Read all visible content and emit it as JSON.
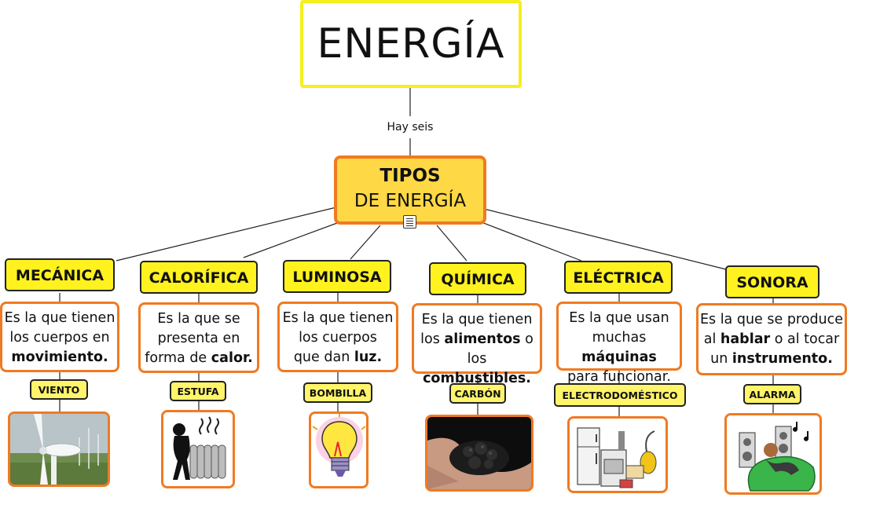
{
  "root": {
    "title": "ENERGÍA"
  },
  "link_label": "Hay seis",
  "center": {
    "line1": "TIPOS",
    "line2": "DE ENERGÍA",
    "note_icon": "note-icon"
  },
  "types": [
    {
      "name": "MECÁNICA",
      "desc_a": "Es la que tienen",
      "desc_b": "los cuerpos en",
      "desc_c": "",
      "desc_bold": "movimiento",
      "desc_d": ".",
      "example": "VIENTO",
      "image": "wind-turbine-image"
    },
    {
      "name": "CALORÍFICA",
      "desc_a": "Es la que se",
      "desc_b": "presenta en",
      "desc_c": "forma de ",
      "desc_bold": "calor",
      "desc_d": ".",
      "example": "ESTUFA",
      "image": "radiator-image"
    },
    {
      "name": "LUMINOSA",
      "desc_a": "Es la que tienen",
      "desc_b": "los cuerpos",
      "desc_c": "que dan ",
      "desc_bold": "luz",
      "desc_d": ".",
      "example": "BOMBILLA",
      "image": "light-bulb-image"
    },
    {
      "name": "QUÍMICA",
      "desc_a": "Es la que tienen",
      "desc_b1": "los ",
      "desc_bold1": "alimentos",
      "desc_b2": " o",
      "desc_c": "los ",
      "desc_bold": "combustibles",
      "desc_d": ".",
      "example": "CARBÓN",
      "image": "coal-image"
    },
    {
      "name": "ELÉCTRICA",
      "desc_a": "Es la que usan",
      "desc_b1": "muchas ",
      "desc_bold1": "máquinas",
      "desc_b2": "",
      "desc_c": "para funcionar.",
      "desc_bold": "",
      "desc_d": "",
      "example": "ELECTRODOMÉSTICO",
      "image": "appliances-image"
    },
    {
      "name": "SONORA",
      "desc_a": "Es la que se produce",
      "desc_b1": "al ",
      "desc_bold1": "hablar",
      "desc_b2": " o al tocar",
      "desc_c": "un ",
      "desc_bold": "instrumento",
      "desc_d": ".",
      "example": "ALARMA",
      "image": "music-listener-image"
    }
  ],
  "colors": {
    "root_border": "#f5ef1d",
    "center_fill": "#ffd845",
    "accent_border": "#f07a22",
    "label_fill": "#fff21f"
  }
}
